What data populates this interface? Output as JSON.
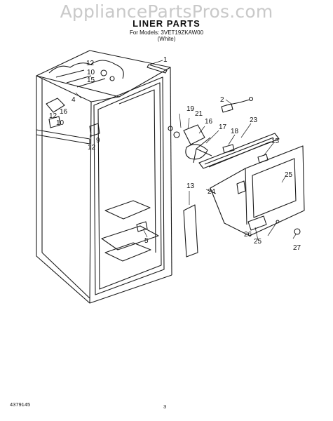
{
  "watermark": "AppliancePartsPros.com",
  "header": {
    "title": "LINER PARTS",
    "models_line": "For Models: 3VET19ZKAW00",
    "color_line": "(White)"
  },
  "footer": {
    "doc_number": "4379145",
    "page_number": "3"
  },
  "callouts": [
    "1",
    "2",
    "4",
    "5",
    "9",
    "10",
    "10",
    "12",
    "12",
    "12",
    "13",
    "15",
    "15",
    "16",
    "16",
    "17",
    "18",
    "19",
    "21",
    "23",
    "24",
    "25",
    "25",
    "26",
    "27"
  ],
  "colors": {
    "line": "#1a1a1a",
    "watermark": "#c9c9c9"
  }
}
